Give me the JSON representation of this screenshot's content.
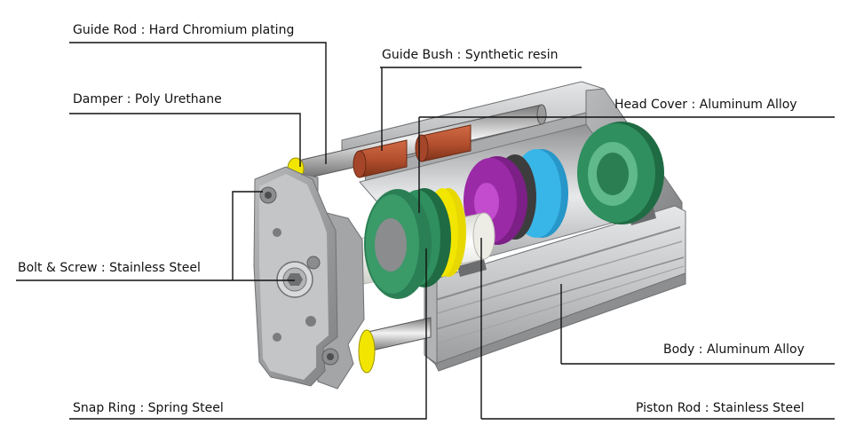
{
  "labels": {
    "guide_rod": "Guide Rod : Hard Chromium plating",
    "guide_bush": "Guide Bush : Synthetic resin",
    "damper": "Damper : Poly Urethane",
    "head_cover": "Head Cover : Aluminum Alloy",
    "bolt_screw": "Bolt & Screw : Stainless Steel",
    "body": "Body : Aluminum Alloy",
    "snap_ring": "Snap Ring : Spring Steel",
    "piston_rod": "Piston Rod : Stainless Steel"
  },
  "colors": {
    "aluminum": "#c9cbcd",
    "guide_bush": "#b5502f",
    "damper": "#f2e600",
    "seal_green": "#2f8f5e",
    "magnet_purple": "#9b2aa6",
    "wear_ring_cyan": "#39b6e8",
    "piston_rod": "#f4f4ef",
    "leader_line": "#111111"
  }
}
